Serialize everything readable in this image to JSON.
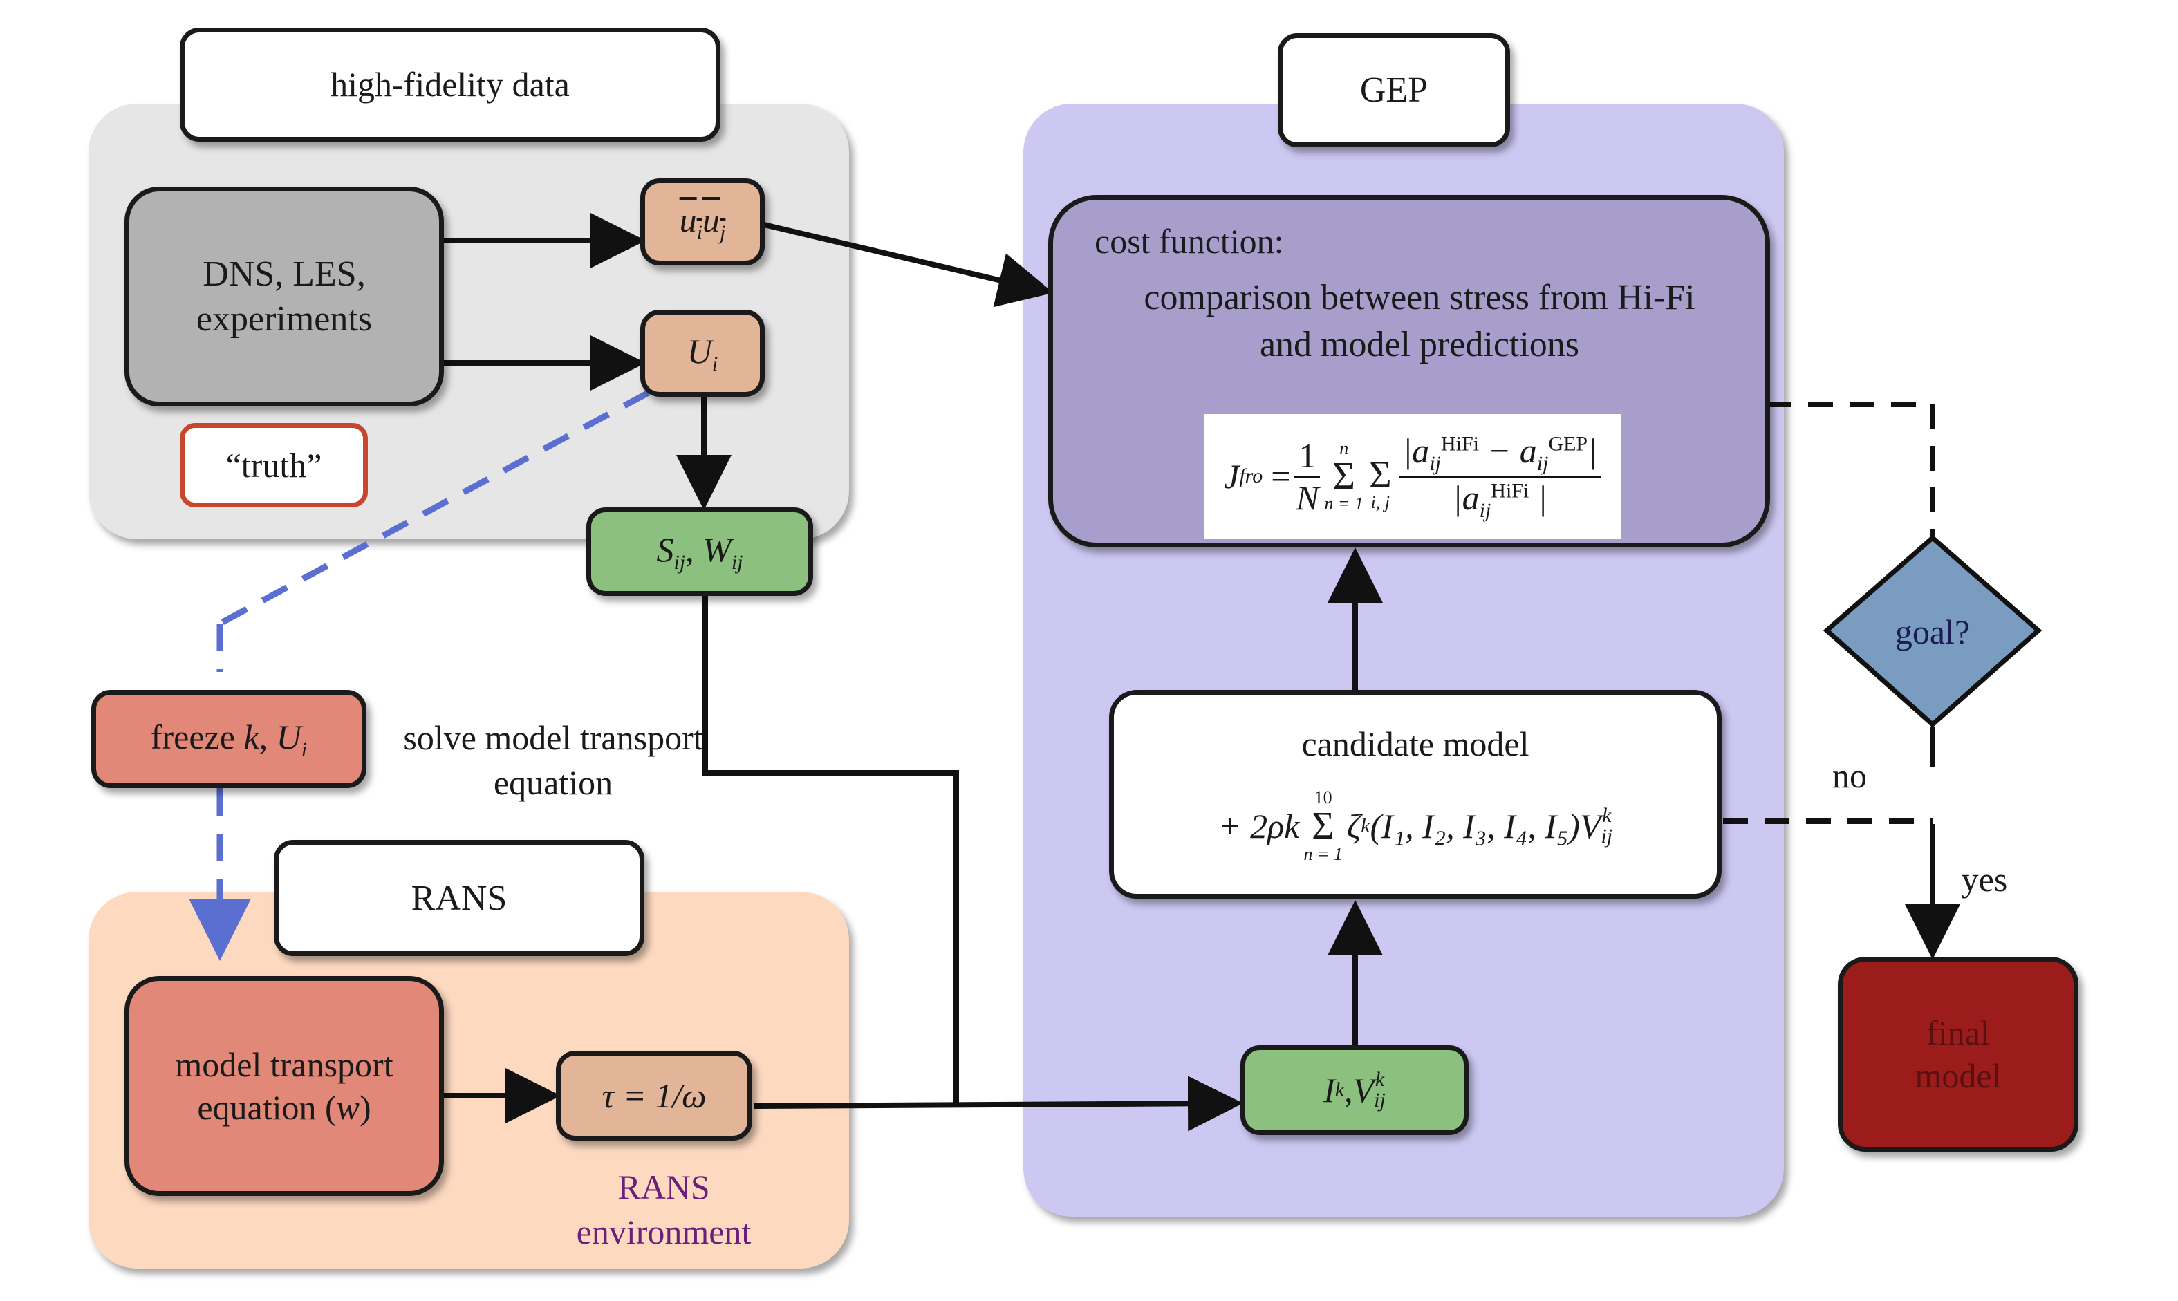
{
  "hifi": {
    "title": "high-fidelity data",
    "source": "DNS, LES, experiments",
    "truth": "“truth”",
    "uu": "u",
    "uu_sub_i": "i",
    "uu_u": "u",
    "uu_sub_j": "j",
    "U": "U",
    "U_sub": "i"
  },
  "sw": {
    "S": "S",
    "S_sub": "ij",
    "sep": ", ",
    "W": "W",
    "W_sub": "ij"
  },
  "freeze": {
    "text": "freeze ",
    "k": "k",
    "sep": ", ",
    "U": "U",
    "U_sub": "i"
  },
  "solve_label": "solve model transport equation",
  "rans": {
    "title": "RANS",
    "model_text": "model transport equation (",
    "model_var": "w",
    "model_close": ")",
    "tau_text": "τ = 1/ω",
    "env_label": "RANS environment"
  },
  "gep": {
    "title": "GEP",
    "cost_label": "cost function:",
    "cost_desc": "comparison between stress from Hi-Fi and model predictions",
    "formula": {
      "J": "J",
      "J_sup": "fro",
      "eq": "=",
      "one": "1",
      "N": "N",
      "sum_top": "n",
      "sum_bot": "n = 1",
      "sum2_bot": "i, j",
      "num_a": "|a",
      "num_sub": "ij",
      "num_sup": "HiFi",
      "minus": " − a",
      "num2_sub": "ij",
      "num2_sup": "GEP",
      "num_close": "|",
      "den_a": "|a",
      "den_sub": "ij",
      "den_sup": "HiFi",
      "den_close": " |"
    },
    "candidate_label": "candidate model",
    "candidate_formula": {
      "prefix": "+ 2ρk",
      "sum_top": "10",
      "sum_bot": "n = 1",
      "zeta": "ζ",
      "zeta_sub": "k",
      "args": "(I₁, I₂, I₃, I₄, I₅)V",
      "V_sup": "k",
      "V_sub": "ij"
    },
    "ik": {
      "I": "I",
      "I_sub": "k",
      "sep": ", ",
      "V": "V",
      "V_sup": "k",
      "V_sub": "ij"
    }
  },
  "goal": "goal?",
  "no_label": "no",
  "yes_label": "yes",
  "final": "final model",
  "colors": {
    "hifi_region": "#e6e6e6",
    "rans_region": "#fdd9c0",
    "gep_region": "#ccc8f2",
    "cost_box": "#a79ecb",
    "source_box": "#b2b2b2",
    "peach_box": "#e3b598",
    "green_box": "#8cc07e",
    "red_box": "#e28878",
    "diamond": "#7a9cc0",
    "final_box": "#9c1c1c",
    "truth_border": "#c8462b",
    "dashed_blue": "#5a6fcf",
    "env_text": "#6a1f7a"
  }
}
